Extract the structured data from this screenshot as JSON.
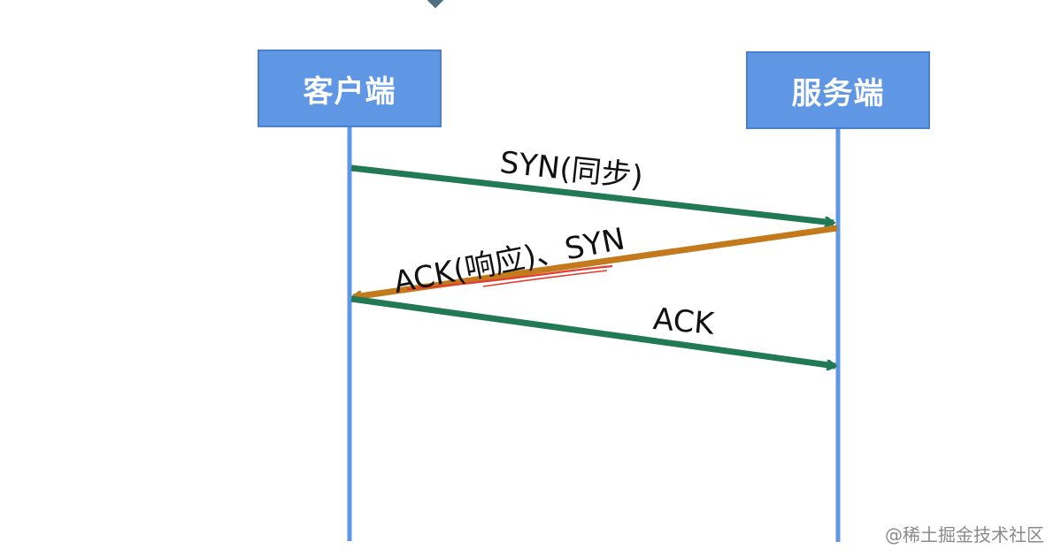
{
  "actors": {
    "client": "客户端",
    "server": "服务端"
  },
  "messages": [
    {
      "label": "SYN(同步)",
      "from": "client",
      "to": "server",
      "color": "#217a55"
    },
    {
      "label": "ACK(响应)、SYN",
      "from": "server",
      "to": "client",
      "color": "#c27a1d"
    },
    {
      "label": "ACK",
      "from": "client",
      "to": "server",
      "color": "#217a55"
    }
  ],
  "colors": {
    "actor_fill": "#5f97e4",
    "lifeline": "#5f97e4",
    "arrow_green": "#217a55",
    "arrow_orange": "#c27a1d",
    "underline_red": "#e53b2f"
  },
  "watermark": "@稀土掘金技术社区"
}
